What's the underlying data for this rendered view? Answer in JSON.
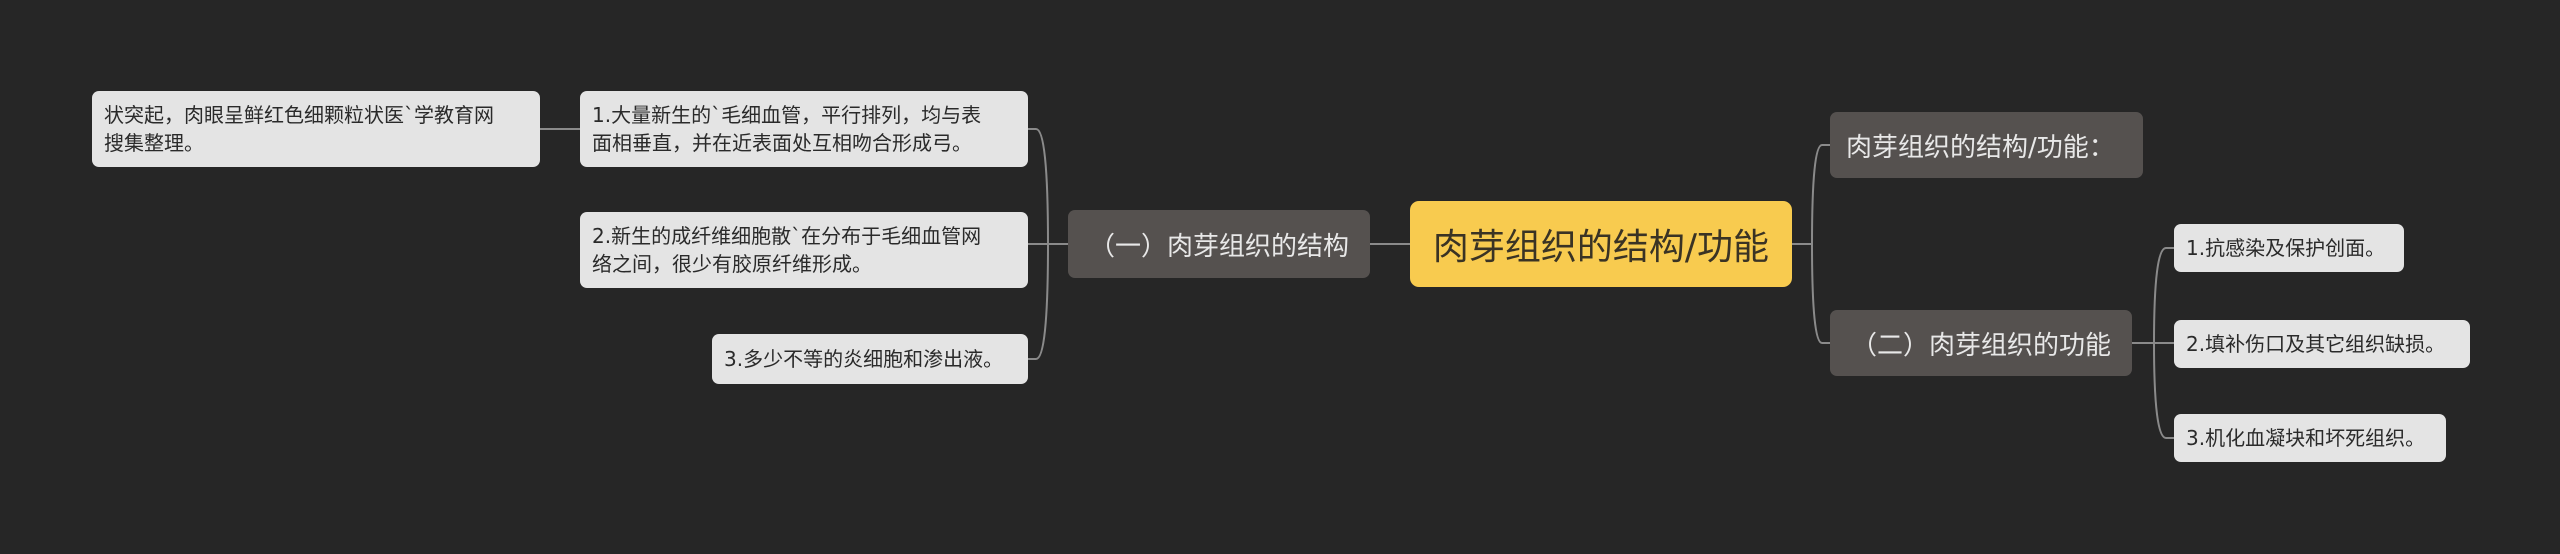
{
  "root": {
    "label": "肉芽组织的结构/功能"
  },
  "left_branch": {
    "label": "（一）肉芽组织的结构",
    "children": [
      "1.大量新生的`毛细血管，平行排列，均与表\n面相垂直，并在近表面处互相吻合形成弓。",
      "2.新生的成纤维细胞散`在分布于毛细血管网\n络之间，很少有胶原纤维形成。",
      "3.多少不等的炎细胞和渗出液。"
    ],
    "detail": "状突起，肉眼呈鲜红色细颗粒状医`学教育网\n搜集整理。"
  },
  "right_branches": [
    {
      "label": "肉芽组织的结构/功能："
    },
    {
      "label": "（二）肉芽组织的功能",
      "children": [
        "1.抗感染及保护创面。",
        "2.填补伤口及其它组织缺损。",
        "3.机化血凝块和坏死组织。"
      ]
    }
  ],
  "colors": {
    "background": "#262626",
    "root": "#f8cb4f",
    "branch": "#55514f",
    "leaf": "#e4e4e4",
    "connector": "#8a8a8a"
  }
}
